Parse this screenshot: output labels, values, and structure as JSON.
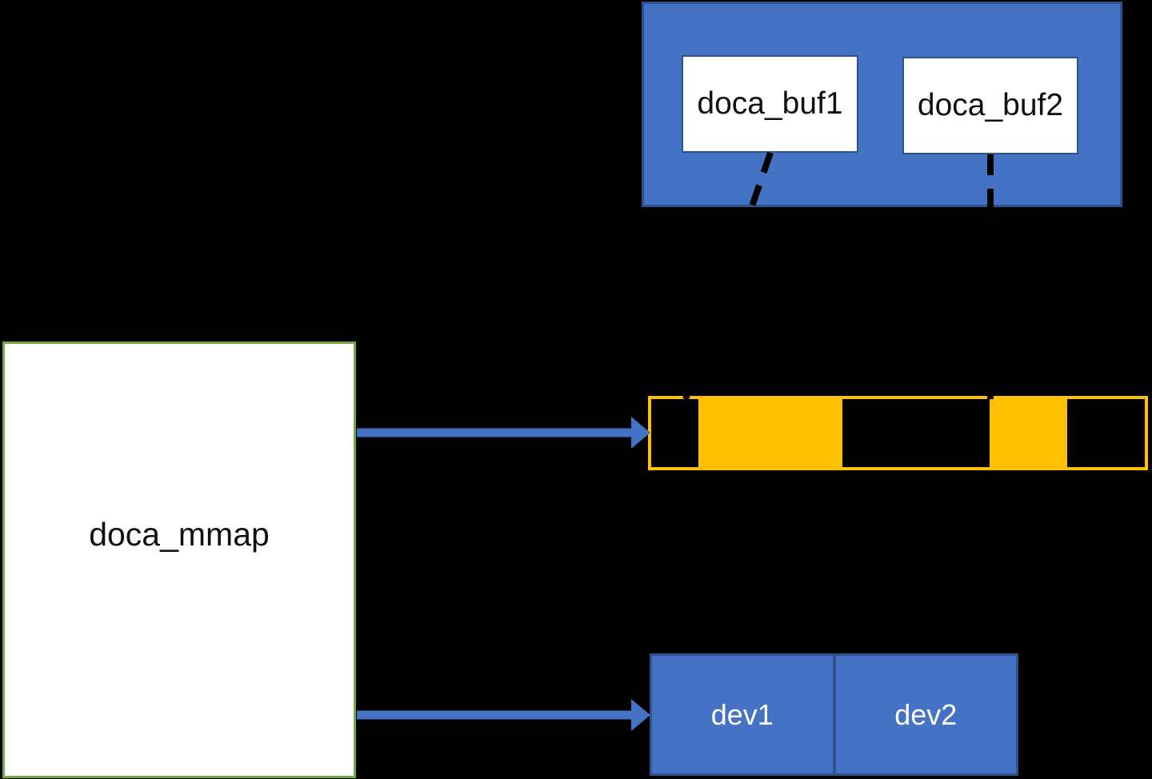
{
  "background": "#000000",
  "colors": {
    "background": "#000000",
    "blue_fill": "#4472C4",
    "blue_border": "#2F528F",
    "orange": "#FFC000",
    "green_border": "#70AD47"
  },
  "bufs": {
    "buf1_label": "doca_buf1",
    "buf2_label": "doca_buf2"
  },
  "mmap": {
    "label": "doca_mmap"
  },
  "devices": {
    "dev1_label": "dev1",
    "dev2_label": "dev2"
  },
  "memory_bar": {
    "description": "memory range with allocated chunks highlighted",
    "segments": [
      {
        "offset_pct": 9.6,
        "width_pct": 29.2,
        "filled": true
      },
      {
        "offset_pct": 68.6,
        "width_pct": 15.6,
        "filled": true
      }
    ]
  }
}
